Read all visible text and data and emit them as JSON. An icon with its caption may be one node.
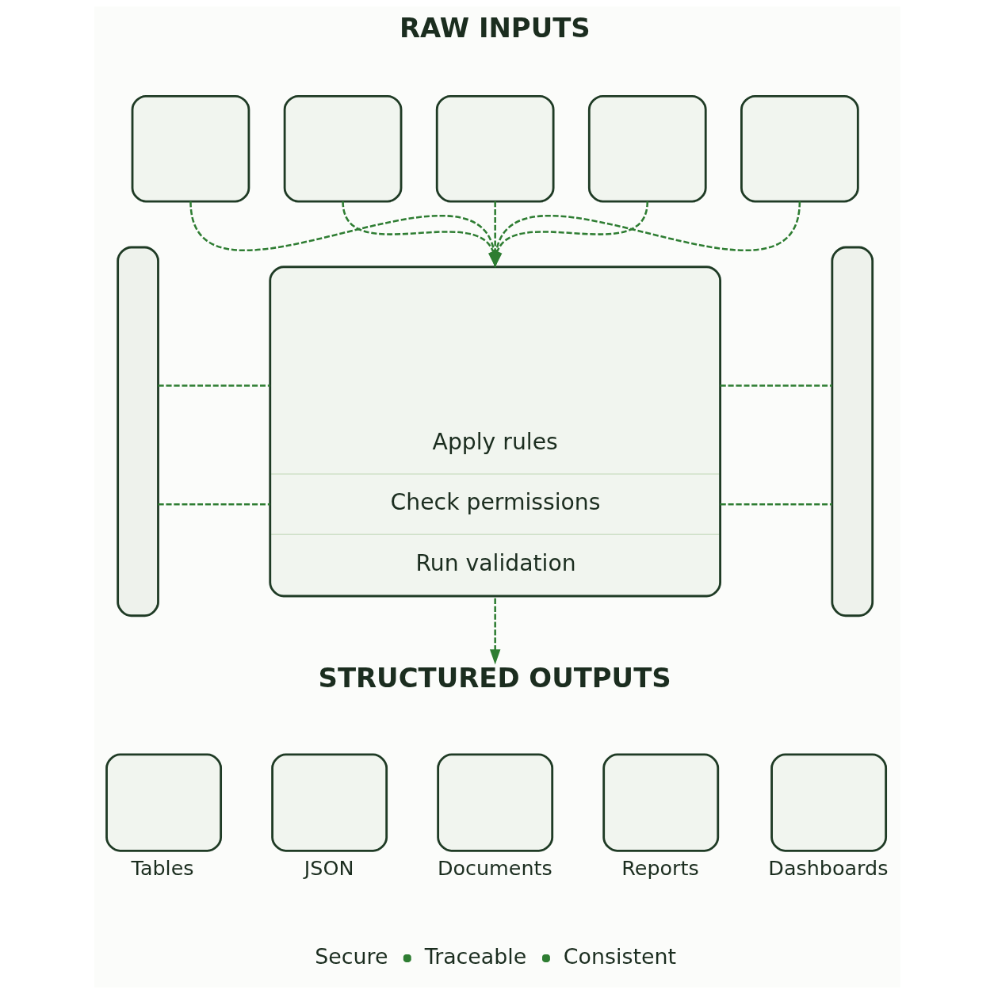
{
  "diagram": {
    "nodes": [
      {
        "text": [],
        "shape": "box"
      },
      {
        "text": [],
        "shape": "box"
      },
      {
        "text": [],
        "shape": "box"
      },
      {
        "text": [],
        "shape": "box"
      },
      {
        "text": [],
        "shape": "box"
      },
      {
        "text": [],
        "shape": "box"
      },
      {
        "text": [
          "Apply rules",
          "Check permissions",
          "Run validation"
        ]
      },
      {
        "text": [],
        "shape": "box"
      },
      {
        "text": [
          "STRUCTURED OUTPUTS"
        ]
      },
      {
        "text": [],
        "shape": "box",
        "beside": [
          "Tables"
        ]
      },
      {
        "text": [],
        "shape": "box",
        "beside": [
          "JSON"
        ]
      },
      {
        "text": [],
        "shape": "box",
        "beside": [
          "Documents"
        ]
      },
      {
        "text": [],
        "shape": "box",
        "beside": [
          "Reports"
        ]
      },
      {
        "text": [],
        "shape": "box",
        "beside": [
          "Dashboards"
        ]
      }
    ],
    "edges": [
      {
        "from": 0,
        "to": 6,
        "arrow": "to",
        "style": "dashed"
      },
      {
        "from": 1,
        "to": 6,
        "arrow": "to",
        "style": "dashed"
      },
      {
        "from": 2,
        "to": 6,
        "arrow": "to",
        "style": "dashed"
      },
      {
        "from": 3,
        "to": 6,
        "arrow": "to",
        "style": "dashed"
      },
      {
        "from": 4,
        "to": 6,
        "arrow": "to",
        "style": "dashed"
      },
      {
        "from": 5,
        "to": 6,
        "arrow": "none",
        "style": "dashed"
      },
      {
        "from": 5,
        "to": 6,
        "arrow": "none",
        "style": "dashed"
      },
      {
        "from": 6,
        "to": 7,
        "arrow": "none",
        "style": "dashed"
      },
      {
        "from": 6,
        "to": 7,
        "arrow": "none",
        "style": "dashed"
      },
      {
        "from": 6,
        "to": 8,
        "arrow": "to",
        "style": "dashed"
      }
    ],
    "labels": [
      "RAW INPUTS",
      "Secure",
      "Traceable",
      "Consistent"
    ]
  }
}
